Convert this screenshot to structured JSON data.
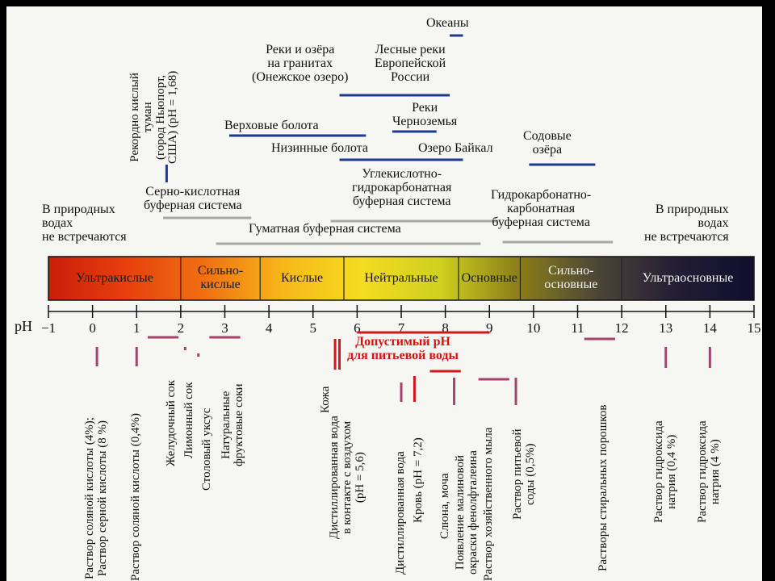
{
  "scale": {
    "label": "pH",
    "min": -1,
    "max": 15,
    "ticks": [
      "−1",
      "0",
      "1",
      "2",
      "3",
      "4",
      "5",
      "6",
      "7",
      "8",
      "9",
      "10",
      "11",
      "12",
      "13",
      "14",
      "15"
    ]
  },
  "zones": [
    {
      "label": "Ультракислые",
      "from": -1,
      "to": 2
    },
    {
      "label": "Сильно-\nкислые",
      "from": 2,
      "to": 3.8
    },
    {
      "label": "Кислые",
      "from": 3.8,
      "to": 5.7
    },
    {
      "label": "Нейтральные",
      "from": 5.7,
      "to": 8.3
    },
    {
      "label": "Основные",
      "from": 8.3,
      "to": 9.7
    },
    {
      "label": "Сильно-\nосновные",
      "from": 9.7,
      "to": 12
    },
    {
      "label": "Ультраосновные",
      "from": 12,
      "to": 15
    }
  ],
  "colors": {
    "zone_gradient": [
      "#c81e0a",
      "#e8400c",
      "#f07010",
      "#f7b81a",
      "#f4dc20",
      "#cfd020",
      "#8a7e18",
      "#4c4638",
      "#231e34",
      "#0f0e2c"
    ],
    "natural_bar": "#1c3a94",
    "buffer_bar": "#a8a8a8",
    "sample_bar": "#a4436c",
    "drinking": "#d11818"
  },
  "natural": {
    "record_fog": "Рекордно кислый\nтуман\n(город Ньюпорт,\nСША) (pH = 1,68)",
    "oceans": "Океаны",
    "granite_lakes": "Реки и озёра\nна гранитах\n(Онежское озеро)",
    "forest_rivers": "Лесные реки\nЕвропейской\nРоссии",
    "chernozem_rivers": "Реки\nЧерноземья",
    "upland_bogs": "Верховые болота",
    "lowland_bogs": "Низинные болота",
    "baikal": "Озеро Байкал",
    "soda_lakes": "Содовые\nозёра"
  },
  "buffers": {
    "sulfate": "Серно-кислотная\nбуферная система",
    "humate": "Гуматная буферная система",
    "carbonic": "Углекислотно-\nгидрокарбонатная\nбуферная система",
    "bicarbonate": "Гидрокарбонатно-\nкарбонатная\nбуферная система"
  },
  "not_found_left": "В природных\nводах\nне встречаются",
  "not_found_right": "В природных\nводах\nне встречаются",
  "drinking_water": "Допустимый pH\nдля питьевой воды",
  "samples": [
    "Раствор соляной кислоты (4%);\nРаствор серной кислоты (8 %)",
    "Раствор соляной кислоты (0,4%)",
    "Желудочный сок",
    "Лимонный сок",
    "Столовый уксус",
    "Натуральные\nфруктовые соки",
    "Кожа",
    "Дистиллированная вода\nв контакте с воздухом\n(pH = 5,6)",
    "Дистиллированная вода",
    "Кровь (pH = 7,2)",
    "Слюна, моча",
    "Появление малиновой\nокраски фенолфталеина",
    "Раствор хозяйственного мыла",
    "Раствор питьевой\nсоды (0,5%)",
    "Растворы стиральных порошков",
    "Раствор гидроксида\nнатрия (0,4 %)",
    "Раствор гидроксида\nнатрия (4 %)"
  ]
}
